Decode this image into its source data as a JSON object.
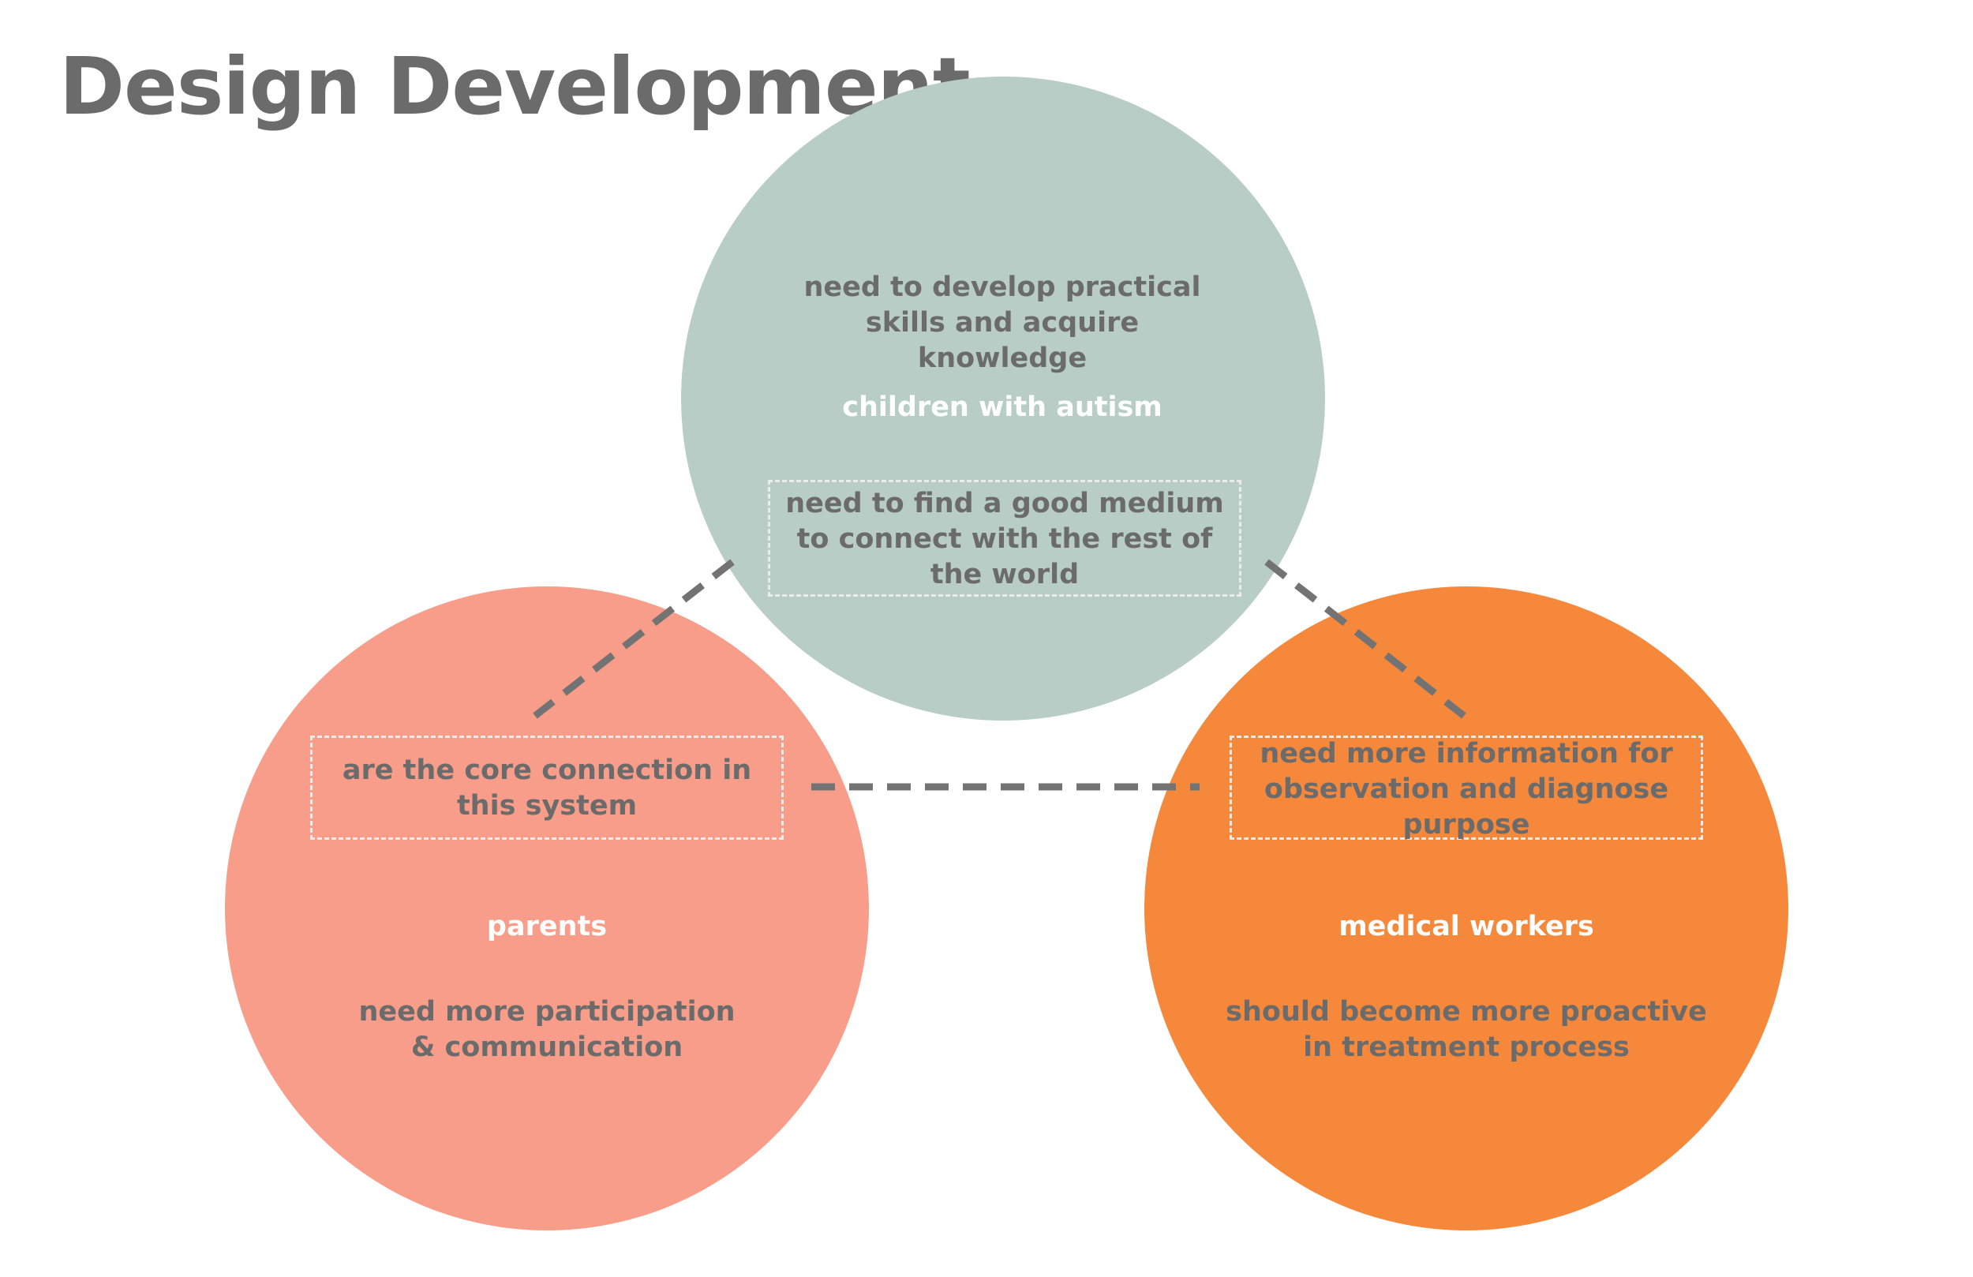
{
  "title": "Design Development",
  "colors": {
    "children": "#b8cdc5",
    "parents": "#f79d89",
    "medical": "#f5883b",
    "text_dark": "#6b6b6b",
    "text_light": "#ffffff",
    "connector": "#737373"
  },
  "nodes": {
    "children": {
      "need": "need to develop practical skills and acquire knowledge",
      "label": "children with autism",
      "boxed_note": "need to find a good medium to connect with the rest of the world"
    },
    "parents": {
      "boxed_note": "are the core connection in this system",
      "label": "parents",
      "need": "need more participation & communication"
    },
    "medical": {
      "boxed_note": "need more information for observation and diagnose purpose",
      "label": "medical workers",
      "need": "should become more proactive in treatment process"
    }
  }
}
